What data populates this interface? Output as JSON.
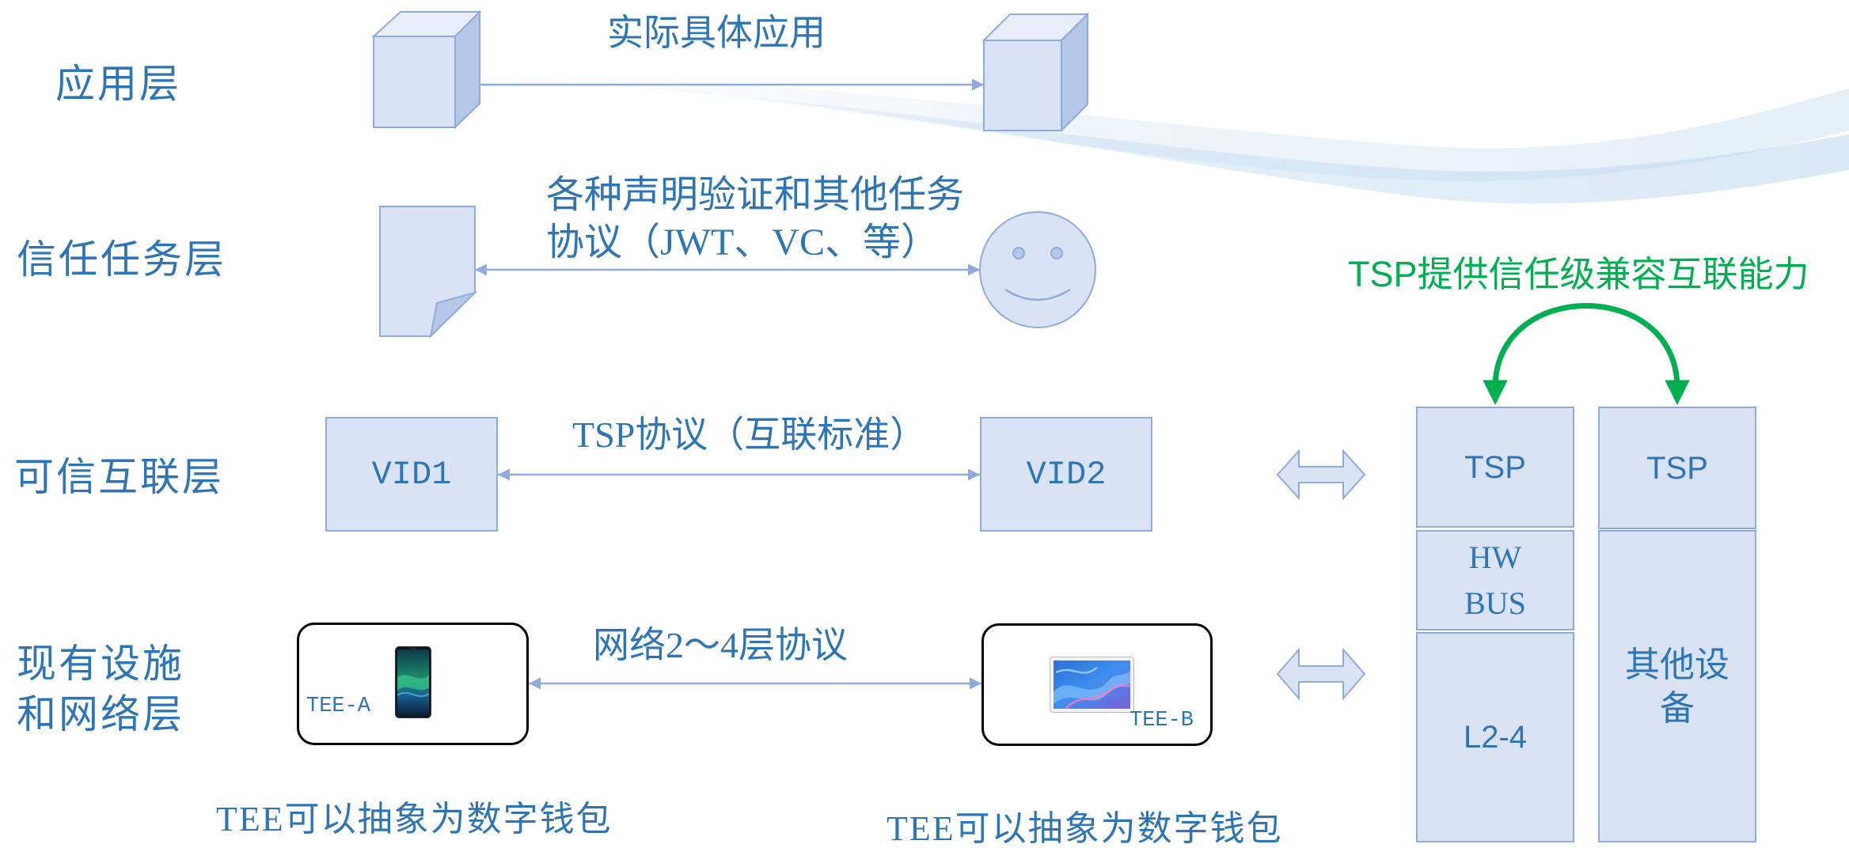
{
  "layers": {
    "application": "应用层",
    "trust_task": "信任任务层",
    "trusted_interconnect": "可信互联层",
    "infrastructure": [
      "现有设施",
      "和网络层"
    ]
  },
  "application_row": {
    "protocol_label": "实际具体应用"
  },
  "trust_task_row": {
    "protocol_label": [
      "各种声明验证和其他任务",
      "协议（JWT、VC、等）"
    ]
  },
  "interconnect_row": {
    "protocol_label": "TSP协议（互联标准）",
    "left_node": "VID1",
    "right_node": "VID2"
  },
  "network_row": {
    "protocol_label": "网络2～4层协议",
    "left_device": "TEE-A",
    "right_device": "TEE-B",
    "left_caption": "TEE可以抽象为数字钱包",
    "right_caption": "TEE可以抽象为数字钱包"
  },
  "compatibility": {
    "caption": "TSP提供信任级兼容互联能力",
    "hw_stack": {
      "tsp": "TSP",
      "bus": [
        "HW",
        "BUS"
      ],
      "network": "L2-4"
    },
    "other_stack": {
      "tsp": "TSP",
      "device": [
        "其他设",
        "备"
      ]
    }
  },
  "icons": {
    "application_nodes": "cube-icon",
    "claim": "document-icon",
    "holder": "smiley-face-icon",
    "devices": [
      "phone-icon",
      "tablet-icon"
    ],
    "layer_mapping": "double-arrow-icon",
    "compatibility": "curved-double-arrow-icon"
  },
  "colors": {
    "text": "#2E75B6",
    "node_fill": "#DAE3F3",
    "node_stroke": "#8FAADC",
    "device_border": "#000000",
    "highlight": "#00B050"
  }
}
